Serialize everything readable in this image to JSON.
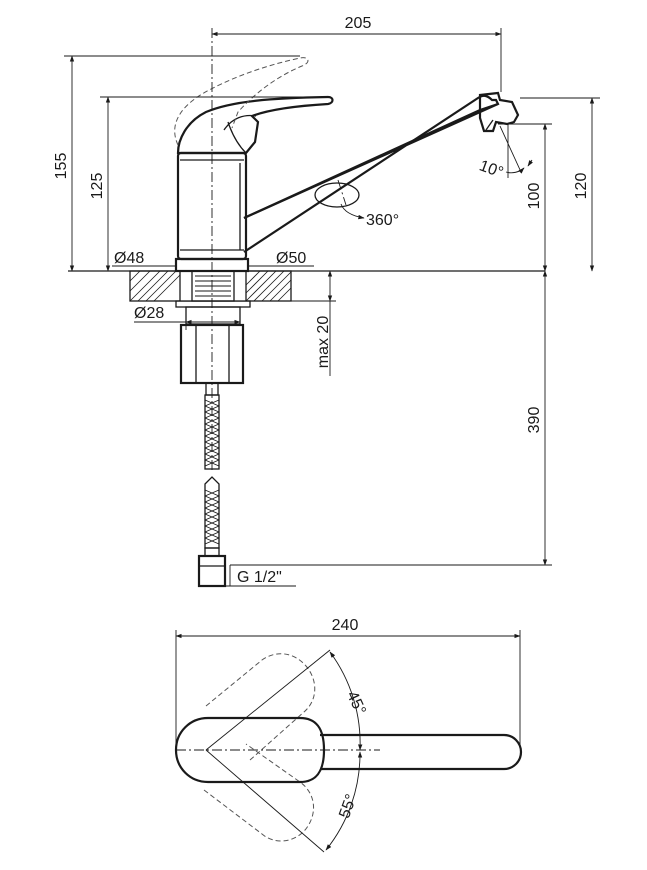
{
  "dimensions": {
    "total_reach": "205",
    "height_total": "155",
    "height_lever": "125",
    "spout_height": "120",
    "spout_clearance": "100",
    "spout_tilt": "10°",
    "swivel": "360°",
    "base_diameter_left": "Ø48",
    "base_diameter_right": "Ø50",
    "shank_diameter": "Ø28",
    "max_counter_thickness": "max 20",
    "hose_length": "390",
    "hose_thread": "G 1/2\"",
    "top_length": "240",
    "handle_angle_upper": "45°",
    "handle_angle_lower": "55°"
  }
}
